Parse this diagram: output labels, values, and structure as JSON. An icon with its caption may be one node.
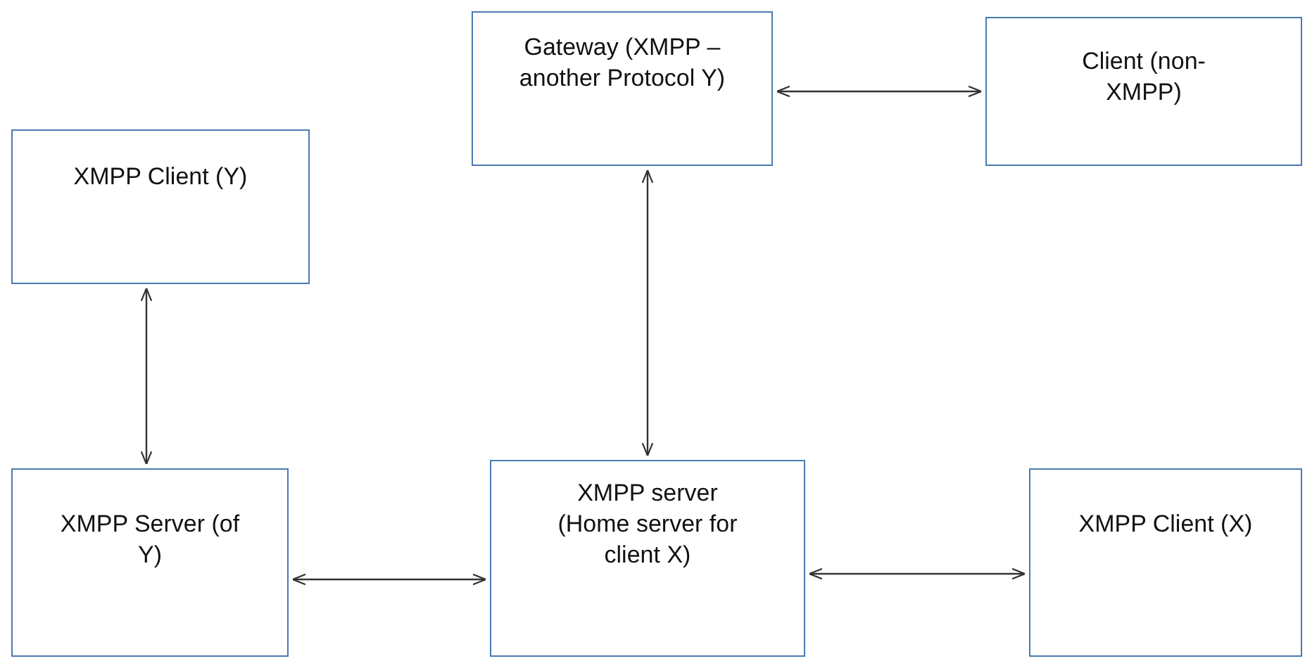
{
  "diagram": {
    "nodes": [
      {
        "text": [
          "Gateway (XMPP – another Protocol Y)"
        ]
      },
      {
        "text": [
          "Client (non-XMPP)"
        ]
      },
      {
        "text": [
          "XMPP Client (Y)"
        ]
      },
      {
        "text": [
          "XMPP Server (of Y)"
        ]
      },
      {
        "text": [
          "XMPP server (Home server for client X)"
        ]
      },
      {
        "text": [
          "XMPP Client (X)"
        ]
      }
    ],
    "edges": [
      {
        "from": 0,
        "to": 1,
        "arrow": "both"
      },
      {
        "from": 2,
        "to": 3,
        "arrow": "both"
      },
      {
        "from": 0,
        "to": 4,
        "arrow": "both"
      },
      {
        "from": 3,
        "to": 4,
        "arrow": "both"
      },
      {
        "from": 4,
        "to": 5,
        "arrow": "both"
      }
    ]
  }
}
